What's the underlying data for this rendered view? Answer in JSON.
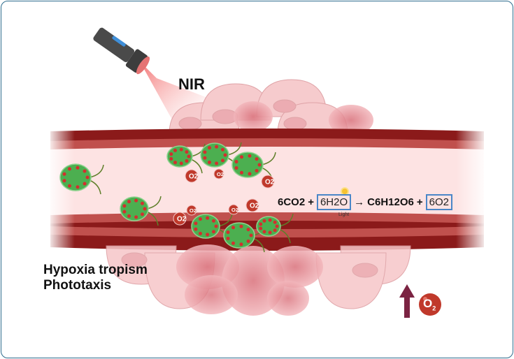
{
  "labels": {
    "light_source": "NIR",
    "mechanisms": [
      "Hypoxia tropism",
      "Phototaxis"
    ]
  },
  "equation": {
    "reactant_1": "6CO2",
    "plus_1": "+",
    "reactant_2_boxed": "6H2O",
    "arrow": "→",
    "arrow_caption": "Light",
    "product_1": "C6H12O6",
    "plus_2": "+",
    "product_2_boxed": "6O2"
  },
  "legend": {
    "arrow_direction": "up",
    "molecule": "O",
    "molecule_subscript": "2"
  },
  "molecule_label": {
    "symbol": "O",
    "subscript": "2"
  },
  "colors": {
    "vessel_outer": "#8b1a1a",
    "vessel_inner": "#c0504d",
    "lumen": "#fde3e3",
    "algae_green": "#4caf50",
    "algae_dots": "#d32f2f",
    "o2_bubble": "#c0392b",
    "highlight_box": "#4a86c8",
    "arrow_up": "#7b2342",
    "frame_border": "#2e6d8e"
  }
}
